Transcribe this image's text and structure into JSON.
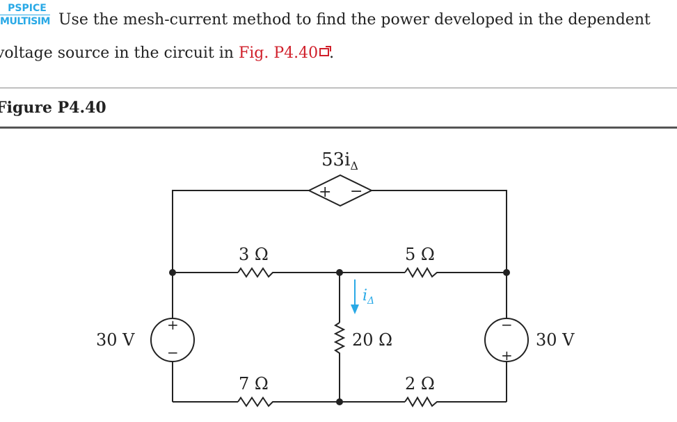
{
  "badge": {
    "top": "PSPICE",
    "bottom": "MULTISIM"
  },
  "problem": {
    "line1": "Use the mesh-current method to find the power developed in the dependent",
    "line2_prefix": "voltage source in the circuit in ",
    "figure_link": "Fig. P4.40",
    "line2_suffix": "."
  },
  "figure": {
    "title": "Figure P4.40"
  },
  "circuit": {
    "dependent_source": "53i",
    "dependent_source_subscript": "Δ",
    "r_top_left": "3 Ω",
    "r_top_right": "5 Ω",
    "r_middle": "20 Ω",
    "r_bottom_left": "7 Ω",
    "r_bottom_right": "2 Ω",
    "source_left": "30 V",
    "source_right": "30 V",
    "current_label": "i",
    "current_subscript": "Δ",
    "plus": "+",
    "minus": "−"
  },
  "colors": {
    "link": "#d01f2a",
    "badge": "#29a9e6",
    "current_arrow": "#29a9e6"
  }
}
